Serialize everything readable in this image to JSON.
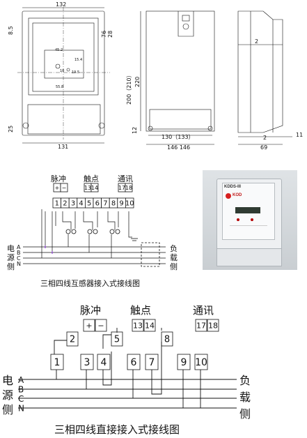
{
  "drawing": {
    "front_view": {
      "width_top": "132",
      "width_bottom": "131",
      "left_top": "8.5",
      "left_side": "25",
      "right_side_a": "76",
      "right_side_b": "28",
      "label_a": "45.2",
      "label_b": "15.4",
      "label_c": "19.5",
      "label_d": "10",
      "label_e": "55.8"
    },
    "rear_view": {
      "height_outer": "220",
      "height_inner": "200（210）",
      "height_paren": "210",
      "bottom_h": "12",
      "width_inner": "130（133）",
      "width_outer": "146 146"
    },
    "side_view": {
      "top_dim": "2",
      "bottom_a": "2",
      "bottom_b": "11",
      "bottom_total": "69"
    }
  },
  "diagram1": {
    "title": "三相四线互感器接入式接线图",
    "groups": {
      "pulse": "脉冲",
      "contact": "触点",
      "comm": "通讯"
    },
    "pulse_terms": [
      "+",
      "−"
    ],
    "contact_terms": [
      "13",
      "14"
    ],
    "comm_terms": [
      "17",
      "18"
    ],
    "terminals": [
      "1",
      "2",
      "3",
      "4",
      "5",
      "6",
      "7",
      "8",
      "9",
      "10"
    ],
    "left_labels": [
      "电",
      "源",
      "侧"
    ],
    "right_labels": [
      "负",
      "载",
      "侧"
    ],
    "phases": [
      "A",
      "B",
      "C",
      "N"
    ]
  },
  "diagram2": {
    "title": "三相四线直接接入式接线图",
    "groups": {
      "pulse": "脉冲",
      "contact": "触点",
      "comm": "通讯"
    },
    "pulse_terms": [
      "+",
      "−"
    ],
    "contact_terms": [
      "13",
      "14"
    ],
    "comm_terms": [
      "17",
      "18"
    ],
    "top_terms": [
      "2",
      "5",
      "8"
    ],
    "bottom_terms": [
      "1",
      "3",
      "4",
      "6",
      "7",
      "9",
      "10"
    ],
    "left_labels": [
      "电",
      "源",
      "侧"
    ],
    "right_labels": [
      "负",
      "载",
      "侧"
    ],
    "phases": [
      "A",
      "B",
      "C",
      "N"
    ]
  },
  "photo": {
    "model": "KDDS-III",
    "brand": "KOD"
  }
}
